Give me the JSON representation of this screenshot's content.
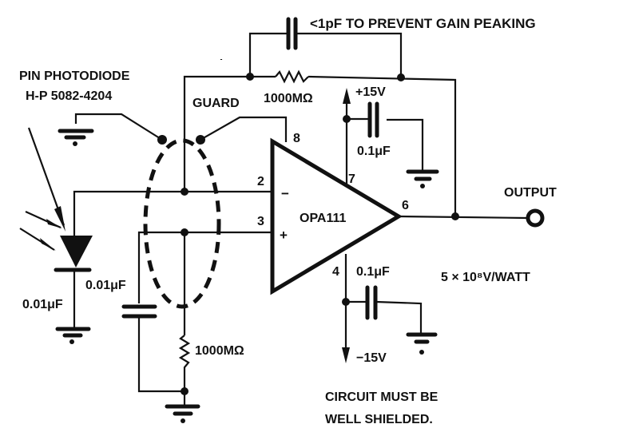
{
  "diagram": {
    "type": "circuit-schematic",
    "title": "Photodiode transimpedance amplifier"
  },
  "labels": {
    "feedback_cap": "<1pF TO PREVENT GAIN PEAKING",
    "photodiode_name": "PIN PHOTODIODE",
    "photodiode_part": "H-P 5082-4204",
    "guard": "GUARD",
    "feedback_resistor": "1000MΩ",
    "pos_supply": "+15V",
    "neg_supply": "−15V",
    "pos_bypass_cap": "0.1μF",
    "neg_bypass_cap": "0.1μF",
    "opamp": "OPA111",
    "pin_2": "2",
    "pin_3": "3",
    "pin_4": "4",
    "pin_6": "6",
    "pin_7": "7",
    "pin_8": "8",
    "minus_sign": "−",
    "plus_sign": "+",
    "output": "OUTPUT",
    "gain": "5 × 10⁸V/WATT",
    "diode_cap": "0.01μF",
    "input_cap": "0.01μF",
    "bias_resistor": "1000MΩ",
    "note_line1": "CIRCUIT MUST BE",
    "note_line2": "WELL SHIELDED."
  }
}
